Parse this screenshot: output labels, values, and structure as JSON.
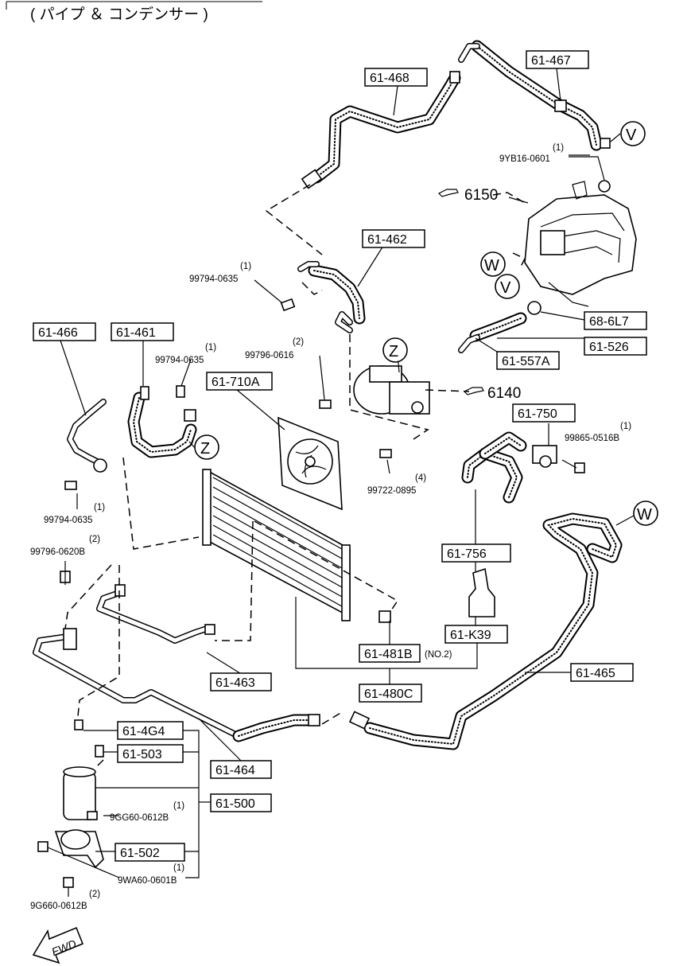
{
  "title": "( パイプ ＆ コンデンサー )",
  "parts": {
    "p61_467": "61-467",
    "p61_468": "61-468",
    "p61_462": "61-462",
    "p61_466": "61-466",
    "p61_461": "61-461",
    "p61_710A": "61-710A",
    "p61_750": "61-750",
    "p68_6L7": "68-6L7",
    "p61_526": "61-526",
    "p61_557A": "61-557A",
    "p61_756": "61-756",
    "p61_K39": "61-K39",
    "p61_481B": "61-481B",
    "p61_480C": "61-480C",
    "p61_465": "61-465",
    "p61_463": "61-463",
    "p61_464": "61-464",
    "p61_4G4": "61-4G4",
    "p61_503": "61-503",
    "p61_500": "61-500",
    "p61_502": "61-502"
  },
  "refs": {
    "r6150": "6150",
    "r6140": "6140",
    "no2": "(NO.2)"
  },
  "bolts": {
    "b9YB16": "9YB16-0601",
    "q9YB16": "(1)",
    "b99794_a": "99794-0635",
    "q99794_a": "(1)",
    "b99796_0616": "99796-0616",
    "q99796_0616": "(2)",
    "b99794_b": "99794-0635",
    "q99794_b": "(1)",
    "b99865": "99865-0516B",
    "q99865": "(1)",
    "b99722": "99722-0895",
    "q99722": "(4)",
    "b99794_c": "99794-0635",
    "q99794_c": "(1)",
    "b99796_0620B": "99796-0620B",
    "q99796_0620B": "(2)",
    "b9GG60": "9GG60-0612B",
    "q9GG60": "(1)",
    "b9WA60": "9WA60-0601B",
    "q9WA60": "(1)",
    "b9G660": "9G660-0612B",
    "q9G660": "(2)"
  },
  "markers": {
    "V": "V",
    "W": "W",
    "Z": "Z"
  },
  "fwd": "FWD",
  "icons": [
    "hand-pointer-icon",
    "fwd-arrow-icon"
  ]
}
